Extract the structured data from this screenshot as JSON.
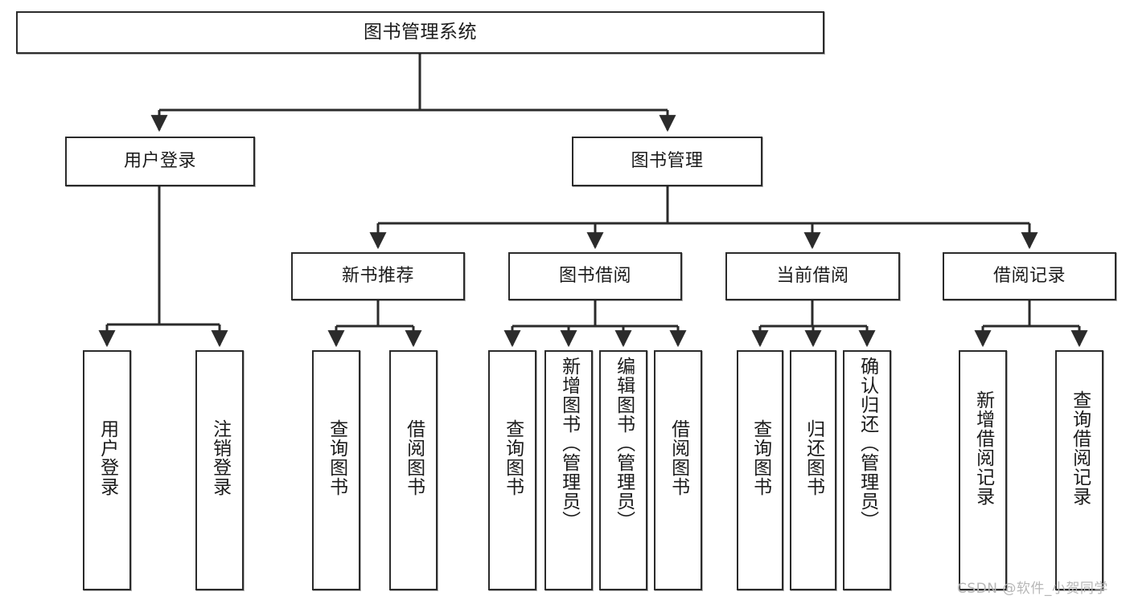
{
  "diagram": {
    "title": "图书管理系统",
    "type": "tree",
    "watermark": "CSDN @软件_小贺同学",
    "colors": {
      "box_border": "#2b2b2b",
      "box_fill": "#ffffff",
      "edge": "#2b2b2b",
      "text": "#1b1b1b",
      "watermark": "#b7b7b7"
    },
    "levels": {
      "root": {
        "label": "图书管理系统"
      },
      "level2": [
        {
          "label": "用户登录"
        },
        {
          "label": "图书管理"
        }
      ],
      "level3": [
        {
          "label": "新书推荐"
        },
        {
          "label": "图书借阅"
        },
        {
          "label": "当前借阅"
        },
        {
          "label": "借阅记录"
        }
      ],
      "leaves": {
        "user_login": [
          {
            "label": "用户登录"
          },
          {
            "label": "注销登录"
          }
        ],
        "new_book_recommend": [
          {
            "label": "查询图书"
          },
          {
            "label": "借阅图书"
          }
        ],
        "book_borrow": [
          {
            "label": "查询图书"
          },
          {
            "label": "新增图书（管理员）"
          },
          {
            "label": "编辑图书（管理员）"
          },
          {
            "label": "借阅图书"
          }
        ],
        "current_borrow": [
          {
            "label": "查询图书"
          },
          {
            "label": "归还图书"
          },
          {
            "label": "确认归还（管理员）"
          }
        ],
        "borrow_record": [
          {
            "label": "新增借阅记录"
          },
          {
            "label": "查询借阅记录"
          }
        ]
      }
    }
  }
}
